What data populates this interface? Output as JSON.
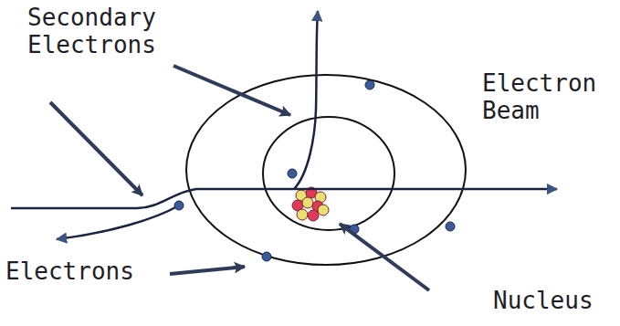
{
  "diagram": {
    "labels": [
      "Secondary Electrons",
      "Electron Beam",
      "Electrons",
      "Nucleus"
    ]
  }
}
